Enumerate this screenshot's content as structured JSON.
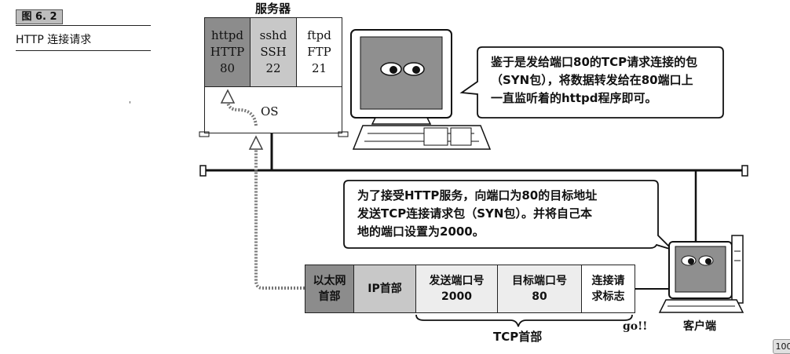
{
  "figure": {
    "number": "图 6. 2",
    "caption": "HTTP 连接请求"
  },
  "server": {
    "title": "服务器",
    "services": [
      {
        "daemon": "httpd",
        "protocol": "HTTP",
        "port": "80"
      },
      {
        "daemon": "sshd",
        "protocol": "SSH",
        "port": "22"
      },
      {
        "daemon": "ftpd",
        "protocol": "FTP",
        "port": "21"
      }
    ],
    "os_label": "OS"
  },
  "bubbles": {
    "server_thought": [
      "鉴于是发给端口80的TCP请求连接的包",
      "（SYN包），将数据转发给在80端口上",
      "一直监听着的httpd程序即可。"
    ],
    "client_thought": [
      "为了接受HTTP服务，向端口为80的目标地址",
      "发送TCP连接请求包（SYN包）。并将自己本",
      "地的端口设置为2000。"
    ]
  },
  "packet": {
    "ethernet_header": [
      "以太网",
      "首部"
    ],
    "ip_header": "IP首部",
    "src_port": [
      "发送端口号",
      "2000"
    ],
    "dst_port": [
      "目标端口号",
      "80"
    ],
    "flag": [
      "连接请",
      "求标志"
    ]
  },
  "labels": {
    "tcp_header": "TCP首部",
    "go": "go!!",
    "client": "客户端"
  },
  "page_number": "100"
}
